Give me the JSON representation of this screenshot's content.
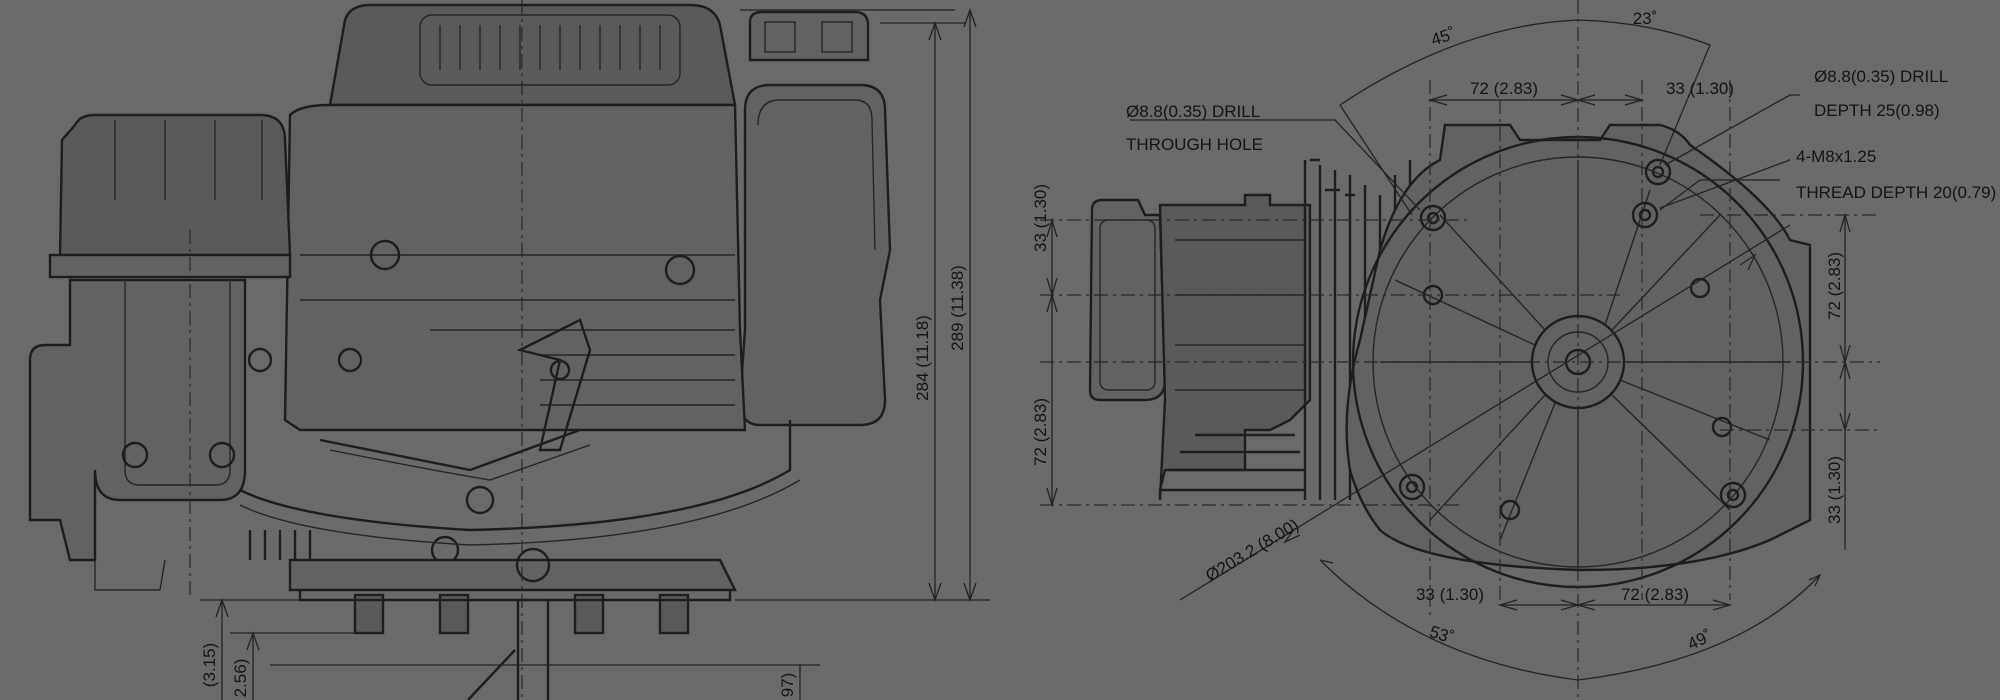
{
  "left_view": {
    "dim_height_a": "284  (11.18)",
    "dim_height_b": "289  (11.38)",
    "dim_shaft_a": "(3.15)",
    "dim_shaft_b": "2.56)",
    "dim_shaft_c": "97)"
  },
  "right_view": {
    "angle_top_left": "45˚",
    "angle_top_right": "23˚",
    "dim_top_left": "72  (2.83)",
    "dim_top_right": "33  (1.30)",
    "hole_left_line1": "Ø8.8(0.35) DRILL",
    "hole_left_line2": "THROUGH HOLE",
    "hole_right_line1": "Ø8.8(0.35) DRILL",
    "hole_right_line2": "DEPTH 25(0.98)",
    "thread_line1": "4-M8x1.25",
    "thread_line2": "THREAD DEPTH 20(0.79)",
    "dim_left_upper": "33  (1.30)",
    "dim_left_lower": "72  (2.83)",
    "dim_right_upper": "72  (2.83)",
    "dim_right_lower": "33  (1.30)",
    "dim_diameter": "Ø203.2  (8.00)",
    "dim_bottom_left": "33  (1.30)",
    "dim_bottom_right": "72  (2.83)",
    "angle_bottom_left": "53˚",
    "angle_bottom_right": "49˚"
  }
}
